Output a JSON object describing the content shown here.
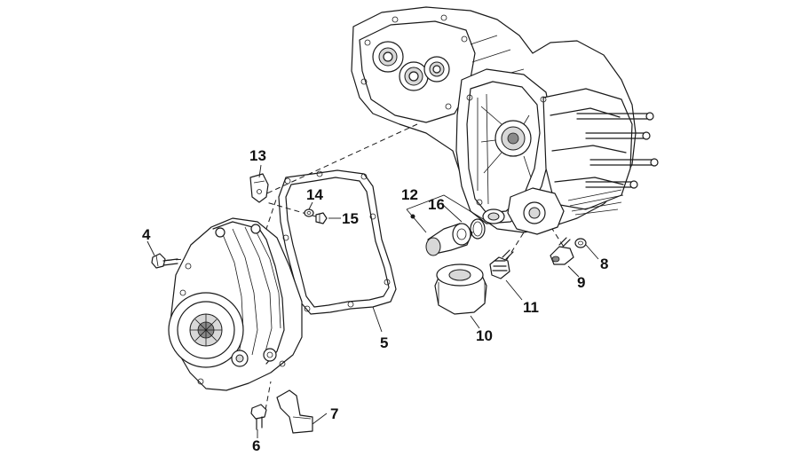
{
  "diagram": {
    "part_labels": [
      {
        "id": "label-13",
        "text": "13"
      },
      {
        "id": "label-14",
        "text": "14"
      },
      {
        "id": "label-15",
        "text": "15"
      },
      {
        "id": "label-4",
        "text": "4"
      },
      {
        "id": "label-12",
        "text": "12"
      },
      {
        "id": "label-16",
        "text": "16"
      },
      {
        "id": "label-8",
        "text": "8"
      },
      {
        "id": "label-9",
        "text": "9"
      },
      {
        "id": "label-11",
        "text": "11"
      },
      {
        "id": "label-10",
        "text": "10"
      },
      {
        "id": "label-5",
        "text": "5"
      },
      {
        "id": "label-7",
        "text": "7"
      },
      {
        "id": "label-6",
        "text": "6"
      }
    ]
  }
}
